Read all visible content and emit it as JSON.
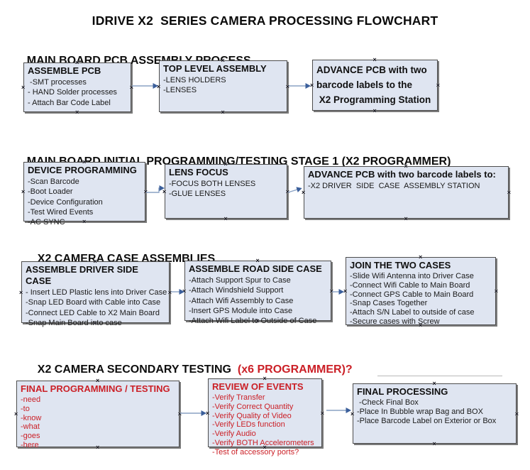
{
  "title": "IDRIVE X2  SERIES CAMERA PROCESSING FLOWCHART",
  "colors": {
    "box_fill": "#dfe5f1",
    "box_border": "#4d4d4d",
    "red": "#cb2027",
    "arrow_line": "#8aa2c4",
    "arrow_head": "#3b5f9b"
  },
  "icons": {
    "anchor_x": "×"
  },
  "sections": [
    {
      "heading": "MAIN BOARD PCB ASSEMBLY PROCESS",
      "boxes": [
        {
          "title": "ASSEMBLE PCB",
          "items": [
            " -SMT processes",
            "- HAND Solder processes",
            "- Attach Bar Code Label"
          ]
        },
        {
          "title": "TOP LEVEL ASSEMBLY",
          "items": [
            "-LENS HOLDERS",
            "-LENSES"
          ]
        },
        {
          "title": "ADVANCE PCB with two barcode labels to the\n X2 Programming Station",
          "items": []
        }
      ]
    },
    {
      "heading": "MAIN BOARD INITIAL PROGRAMMING/TESTING STAGE 1 (X2 PROGRAMMER)",
      "boxes": [
        {
          "title": "DEVICE PROGRAMMING",
          "items": [
            "-Scan Barcode",
            "-Boot Loader",
            "-Device Configuration",
            "-Test Wired Events",
            "-AC SYNC"
          ]
        },
        {
          "title": "LENS FOCUS",
          "items": [
            "-FOCUS BOTH LENSES",
            "-GLUE LENSES"
          ]
        },
        {
          "title": "ADVANCE PCB with two barcode labels to:",
          "items": [
            "-X2 DRIVER  SIDE  CASE  ASSEMBLY STATION"
          ]
        }
      ]
    },
    {
      "heading": "X2 CAMERA CASE ASSEMBLIES",
      "boxes": [
        {
          "title": "ASSEMBLE DRIVER SIDE CASE",
          "items": [
            "- Insert LED Plastic lens into Driver Case",
            "-Snap LED Board with Cable into Case",
            "-Connect LED Cable to X2 Main Board",
            "-Snap Main Board into case"
          ]
        },
        {
          "title": "ASSEMBLE ROAD SIDE CASE",
          "items": [
            "-Attach Support Spur to Case",
            "-Attach Windshield Support",
            "-Attach Wifi Assembly to Case",
            "-Insert GPS Module into Case",
            "-Attach Wifi Label to Outside of Case"
          ]
        },
        {
          "title": "JOIN THE TWO CASES",
          "items": [
            "-Slide Wifi Antenna into Driver Case",
            "-Connect Wifi Cable to Main Board",
            "-Connect GPS Cable to Main Board",
            "-Snap Cases Together",
            "-Attach S/N Label to outside of case",
            "-Secure cases with Screw"
          ]
        }
      ]
    },
    {
      "heading": "X2 CAMERA SECONDARY TESTING",
      "heading_highlight": "  (x6 PROGRAMMER)?",
      "boxes": [
        {
          "title": "FINAL PROGRAMMING / TESTING",
          "items": [
            "-need",
            "-to",
            "-know",
            "-what",
            "-goes",
            "-here"
          ]
        },
        {
          "title": "REVIEW OF EVENTS",
          "items": [
            "-Verify Transfer",
            "-Verify Correct Quantity",
            "-Verify Quality of Video",
            "-Verify LEDs function",
            "-Verify Audio",
            "-Verify BOTH Accelerometers",
            "-Test of accessory ports?"
          ]
        },
        {
          "title": "FINAL PROCESSING",
          "items": [
            " -Check Final Box",
            "-Place In Bubble wrap Bag and BOX",
            "-Place Barcode Label on Exterior or Box"
          ]
        }
      ]
    }
  ]
}
